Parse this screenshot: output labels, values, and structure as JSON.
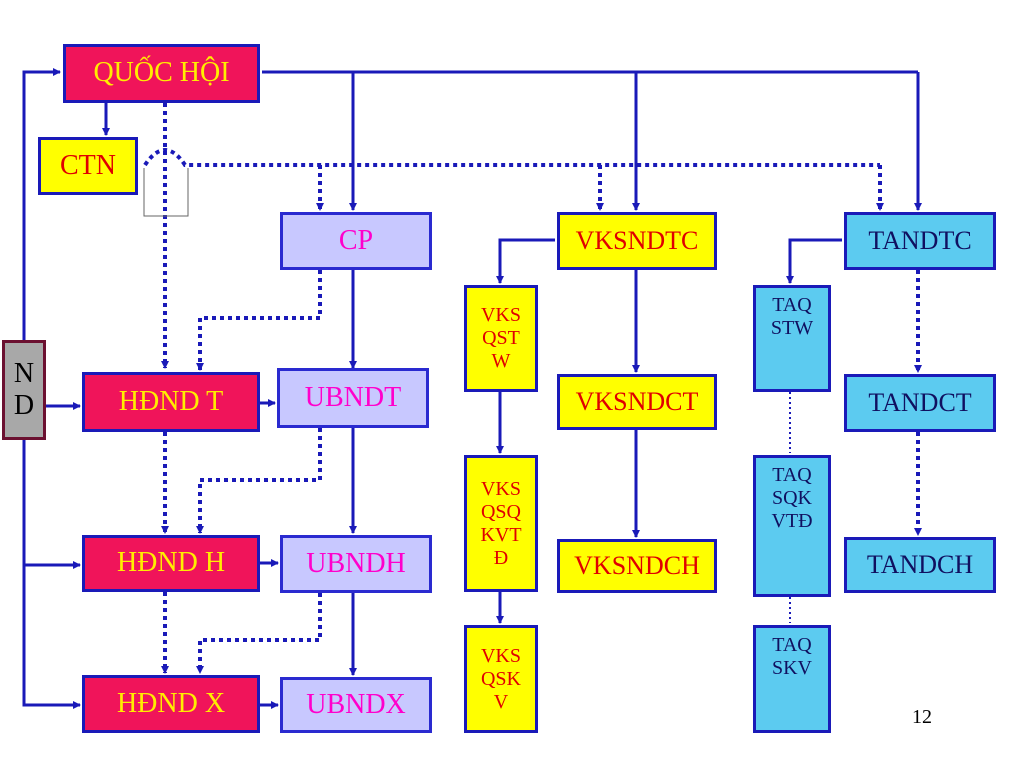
{
  "slide": {
    "page_number": "12"
  },
  "boxes": {
    "quoc_hoi": "QUỐC HỘI",
    "ctn": "CTN",
    "cp": "CP",
    "nd": "N D",
    "hdnd_t": "HĐND T",
    "ubnd_t": "UBNDT",
    "hdnd_h": "HĐND H",
    "ubnd_h": "UBNDH",
    "hdnd_x": "HĐND X",
    "ubnd_x": "UBNDX",
    "vksndtc": "VKSNDTC",
    "vksndct": "VKSNDCT",
    "vksndch": "VKSNDCH",
    "vks_qstw": "VKS QST W",
    "vks_qsqkvtd": "VKS QSQ KVT Đ",
    "vks_qskv": "VKS QSK V",
    "tandtc": "TANDTC",
    "tandct": "TANDCT",
    "tandch": "TANDCH",
    "taq_stw": "TAQ STW",
    "taq_sqkvtd": "TAQ SQK VTĐ",
    "taq_skv": "TAQ SKV"
  },
  "colors": {
    "line": "#1a1ab8",
    "pink_fill": "#f0145a",
    "yellow_fill": "#ffff00",
    "lavender_fill": "#c8c8ff",
    "sky_fill": "#5ccbf0",
    "gray_fill": "#a8a8a8"
  }
}
